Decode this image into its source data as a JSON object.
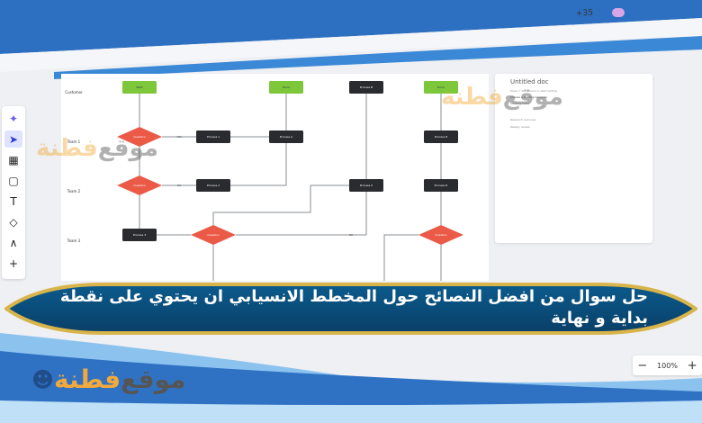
{
  "header": {
    "collaborators_count": "+35"
  },
  "toolbar": {
    "tools": [
      {
        "name": "ai",
        "glyph": "✦"
      },
      {
        "name": "select",
        "glyph": "➤"
      },
      {
        "name": "table",
        "glyph": "▦"
      },
      {
        "name": "sticky-note",
        "glyph": "▢"
      },
      {
        "name": "text",
        "glyph": "T"
      },
      {
        "name": "shapes",
        "glyph": "◇"
      },
      {
        "name": "pen",
        "glyph": "∧"
      },
      {
        "name": "add",
        "glyph": "+"
      }
    ]
  },
  "flowchart": {
    "lanes": [
      "Customer",
      "Team 1",
      "Team 2",
      "Team 3"
    ],
    "nodes": {
      "start": "Start",
      "done1": "Done",
      "processB": "Process B",
      "done2": "Done",
      "q1": "Question",
      "p1": "Process 1",
      "pA": "Process A",
      "p8": "Process 8",
      "q2": "Question",
      "p2": "Process 2",
      "pC": "Process C",
      "pD": "Process D",
      "p3": "Process 3",
      "q3": "Question",
      "q4": "Question"
    },
    "edge_labels": {
      "yes": "YES",
      "no1": "NO",
      "no2": "NO"
    },
    "colors": {
      "start_end": "#7fc73a",
      "process": "#2a2b2e",
      "decision": "#ea5a47"
    }
  },
  "doc_panel": {
    "title": "Untitled doc",
    "lines": [
      "Press '/' for options or start writing",
      "Choose a starting template",
      "Meeting notes",
      "Research overview",
      "Weekly review"
    ]
  },
  "banner": {
    "text": "حل سوال من افضل النصائح حول المخطط الانسيابي ان يحتوي على نقطة بداية و نهاية"
  },
  "zoom": {
    "minus": "−",
    "level": "100%",
    "plus": "+"
  },
  "logo": {
    "word1": "موقع",
    "word2": "فطنة"
  }
}
